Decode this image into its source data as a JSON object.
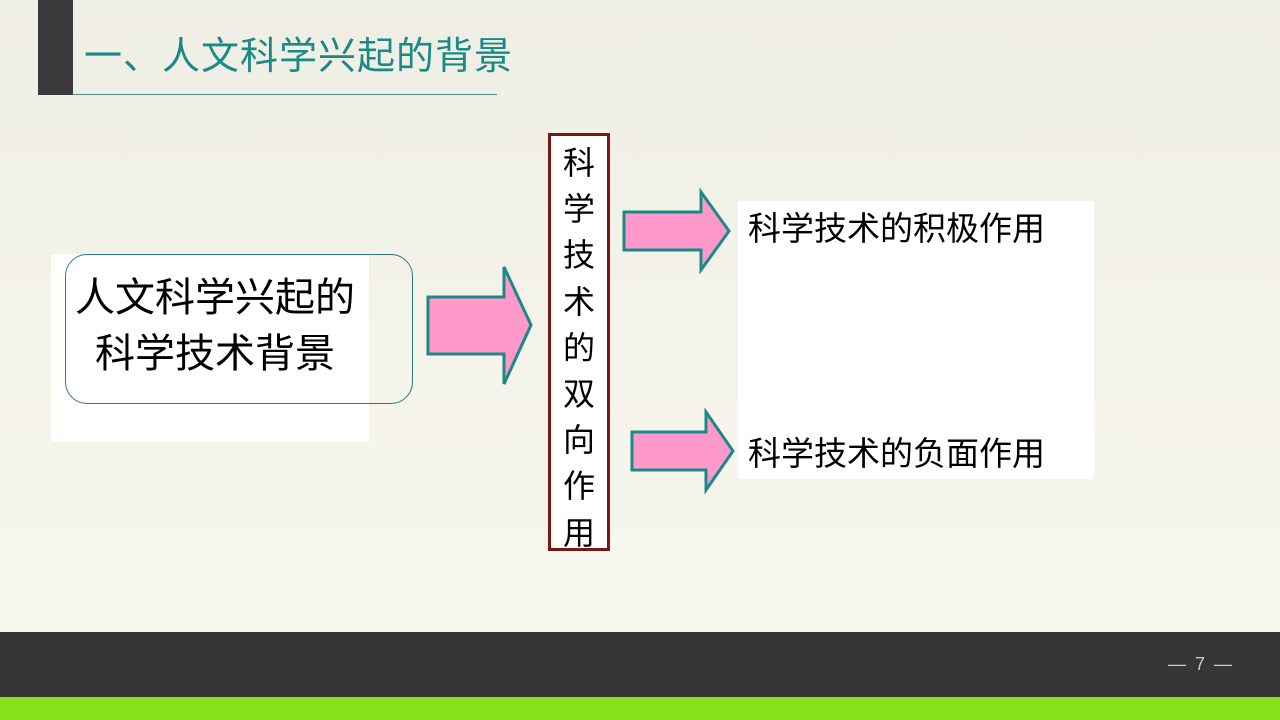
{
  "slide": {
    "title": "一、人文科学兴起的背景",
    "main_line1": "人文科学兴起的",
    "main_line2": "科学技术背景",
    "vertical_label": "科学技术的双向作用",
    "positive_label": "科学技术的积极作用",
    "negative_label": "科学技术的负面作用"
  },
  "footer": {
    "page_number": "— 7 —"
  },
  "colors": {
    "title": "#1a8a87",
    "arrow_fill": "#ff99cc",
    "arrow_stroke": "#1a8a87",
    "vertical_border": "#7a1614",
    "footer": "#363538",
    "footer_accent": "#86e21b"
  }
}
